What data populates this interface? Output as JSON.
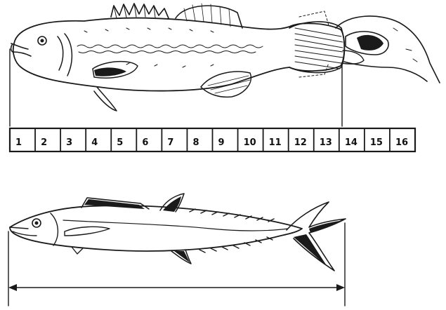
{
  "ruler": {
    "labels": [
      "1",
      "2",
      "3",
      "4",
      "5",
      "6",
      "7",
      "8",
      "9",
      "10",
      "11",
      "12",
      "13",
      "14",
      "15",
      "16"
    ]
  },
  "colors": {
    "ink": "#1a1a1a",
    "background": "#ffffff"
  }
}
